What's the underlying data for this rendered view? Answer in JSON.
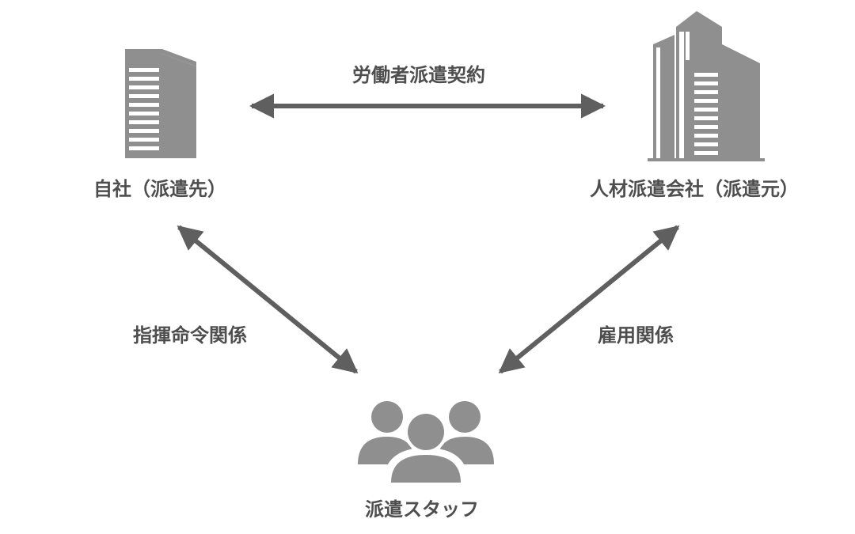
{
  "colors": {
    "icon": "#8f8f8f",
    "icon_light": "#bfbfbf",
    "arrow": "#5f5f5f",
    "text": "#4e4e4e",
    "background": "#ffffff"
  },
  "nodes": {
    "client": {
      "label": "自社（派遣先）",
      "icon": "single-building-icon"
    },
    "agency": {
      "label": "人材派遣会社（派遣元）",
      "icon": "office-buildings-icon"
    },
    "staff": {
      "label": "派遣スタッフ",
      "icon": "people-group-icon"
    }
  },
  "relations": {
    "contract": {
      "label": "労働者派遣契約",
      "between": [
        "client",
        "agency"
      ]
    },
    "command": {
      "label": "指揮命令関係",
      "between": [
        "client",
        "staff"
      ]
    },
    "employment": {
      "label": "雇用関係",
      "between": [
        "agency",
        "staff"
      ]
    }
  }
}
